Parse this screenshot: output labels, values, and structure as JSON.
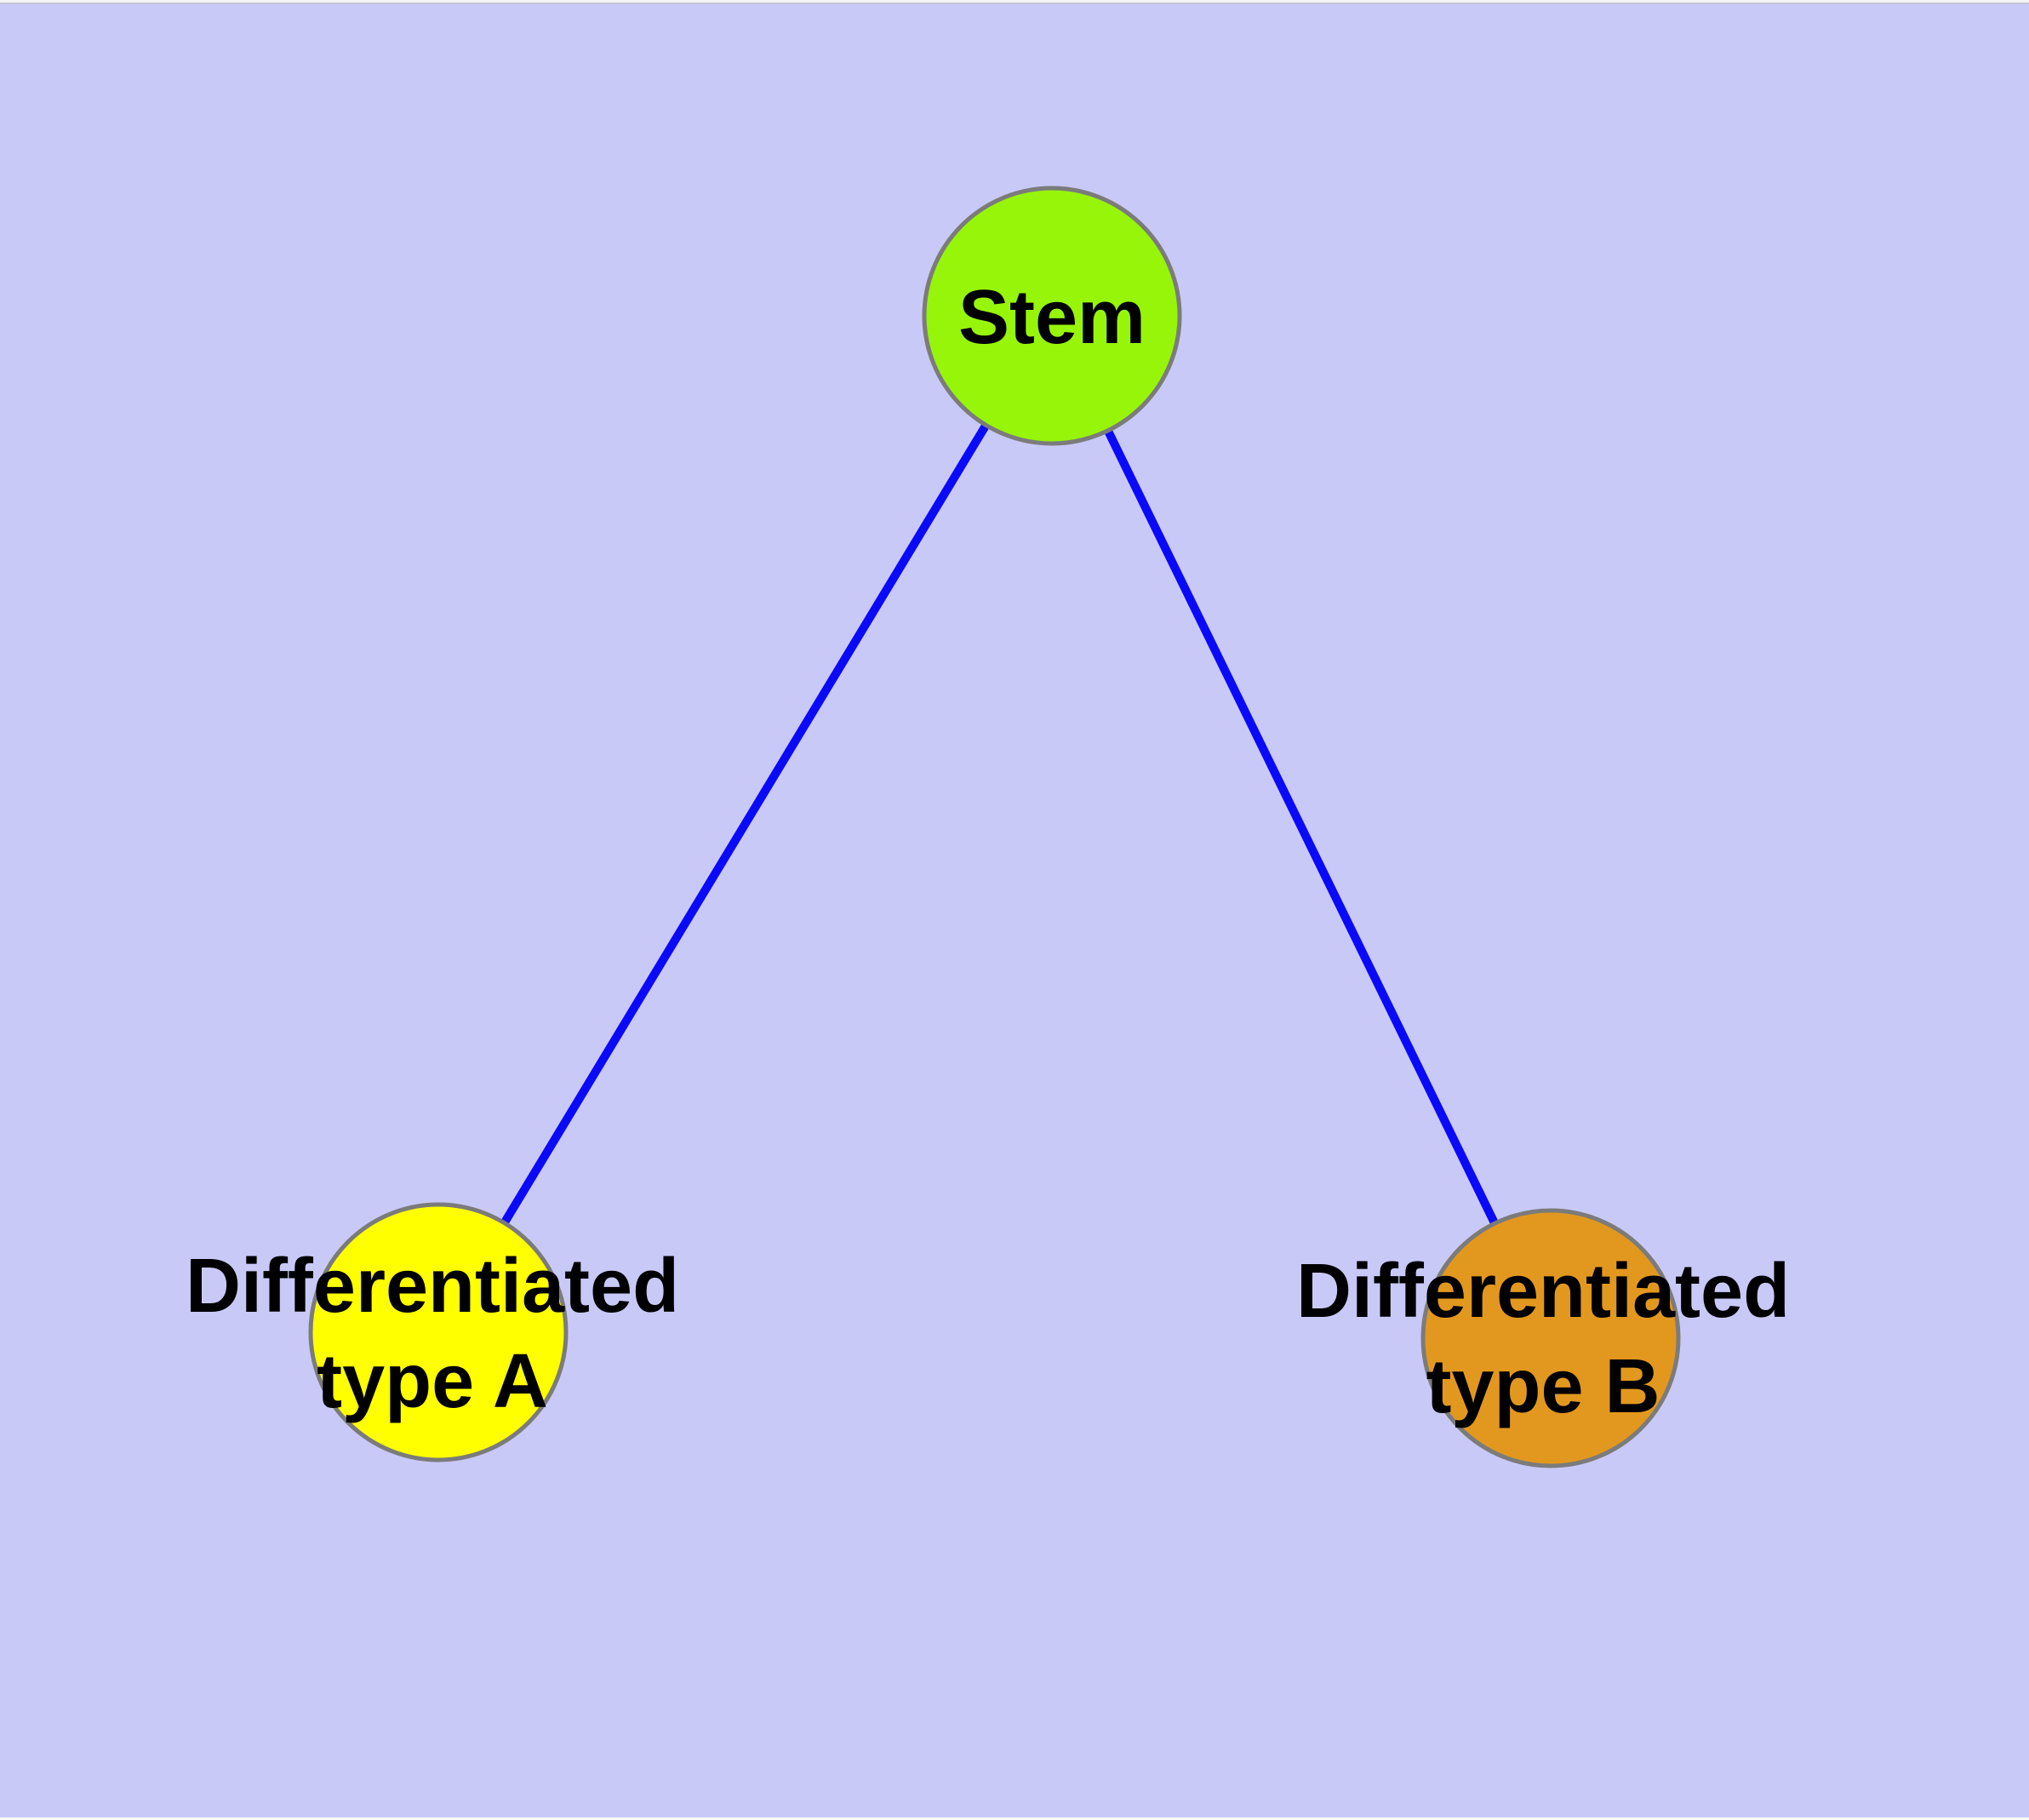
{
  "diagram": {
    "kind": "node-link-graph",
    "background_color": "#c9c9f8",
    "edge_color": "#0a0af8",
    "node_border_color": "#7b7b7b",
    "label_color": "#000000",
    "nodes": [
      {
        "id": "stem",
        "label": "Stem",
        "fill": "#97f50a"
      },
      {
        "id": "differentiated-type-a",
        "label": "Differentiated type A",
        "line1": "Differentiated",
        "line2": "type A",
        "fill": "#ffff00"
      },
      {
        "id": "differentiated-type-b",
        "label": "Differentiated type B",
        "line1": "Differentiated",
        "line2": "type B",
        "fill": "#e2981f"
      }
    ],
    "edges": [
      {
        "from": "stem",
        "to": "differentiated-type-a"
      },
      {
        "from": "stem",
        "to": "differentiated-type-b"
      }
    ]
  }
}
